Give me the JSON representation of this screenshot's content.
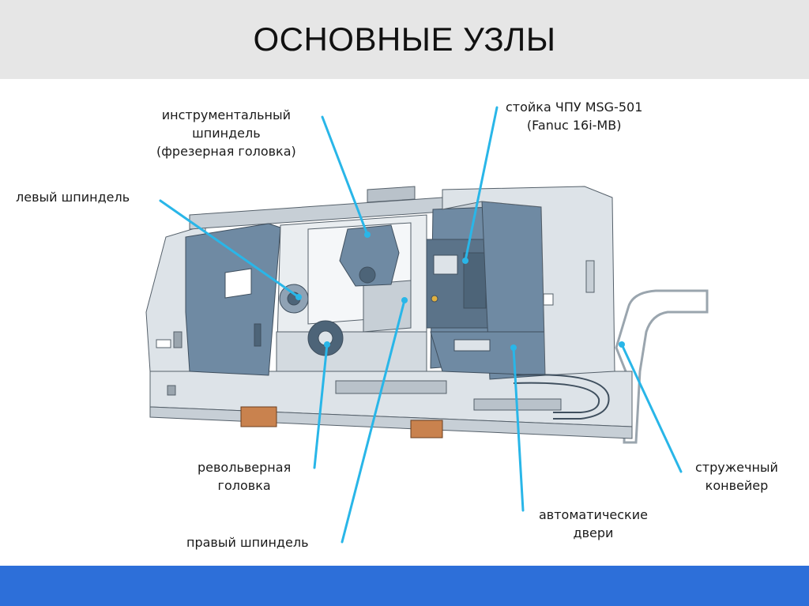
{
  "title": "ОСНОВНЫЕ УЗЛЫ",
  "colors": {
    "title_bg": "#e6e6e6",
    "footer_bar": "#2d6fd9",
    "leader_line": "#29b6e8",
    "machine_blue": "#6f8aa3",
    "machine_grey": "#dde3e8",
    "chip_conveyor_outline": "#9aa5ae",
    "motor_orange": "#c9824e"
  },
  "callouts": [
    {
      "id": "tool-spindle",
      "lines": [
        "инструментальный",
        "шпиндель",
        "(фрезерная головка)"
      ]
    },
    {
      "id": "cnc-stand",
      "lines": [
        "стойка ЧПУ MSG-501",
        "(Fanuc 16i-MB)"
      ]
    },
    {
      "id": "left-spindle",
      "lines": [
        "левый шпиндель"
      ]
    },
    {
      "id": "turret",
      "lines": [
        "револьверная",
        "головка"
      ]
    },
    {
      "id": "right-spindle",
      "lines": [
        "правый шпиндель"
      ]
    },
    {
      "id": "auto-doors",
      "lines": [
        "автоматические",
        "двери"
      ]
    },
    {
      "id": "chip-conveyor",
      "lines": [
        "стружечный",
        "конвейер"
      ]
    }
  ]
}
